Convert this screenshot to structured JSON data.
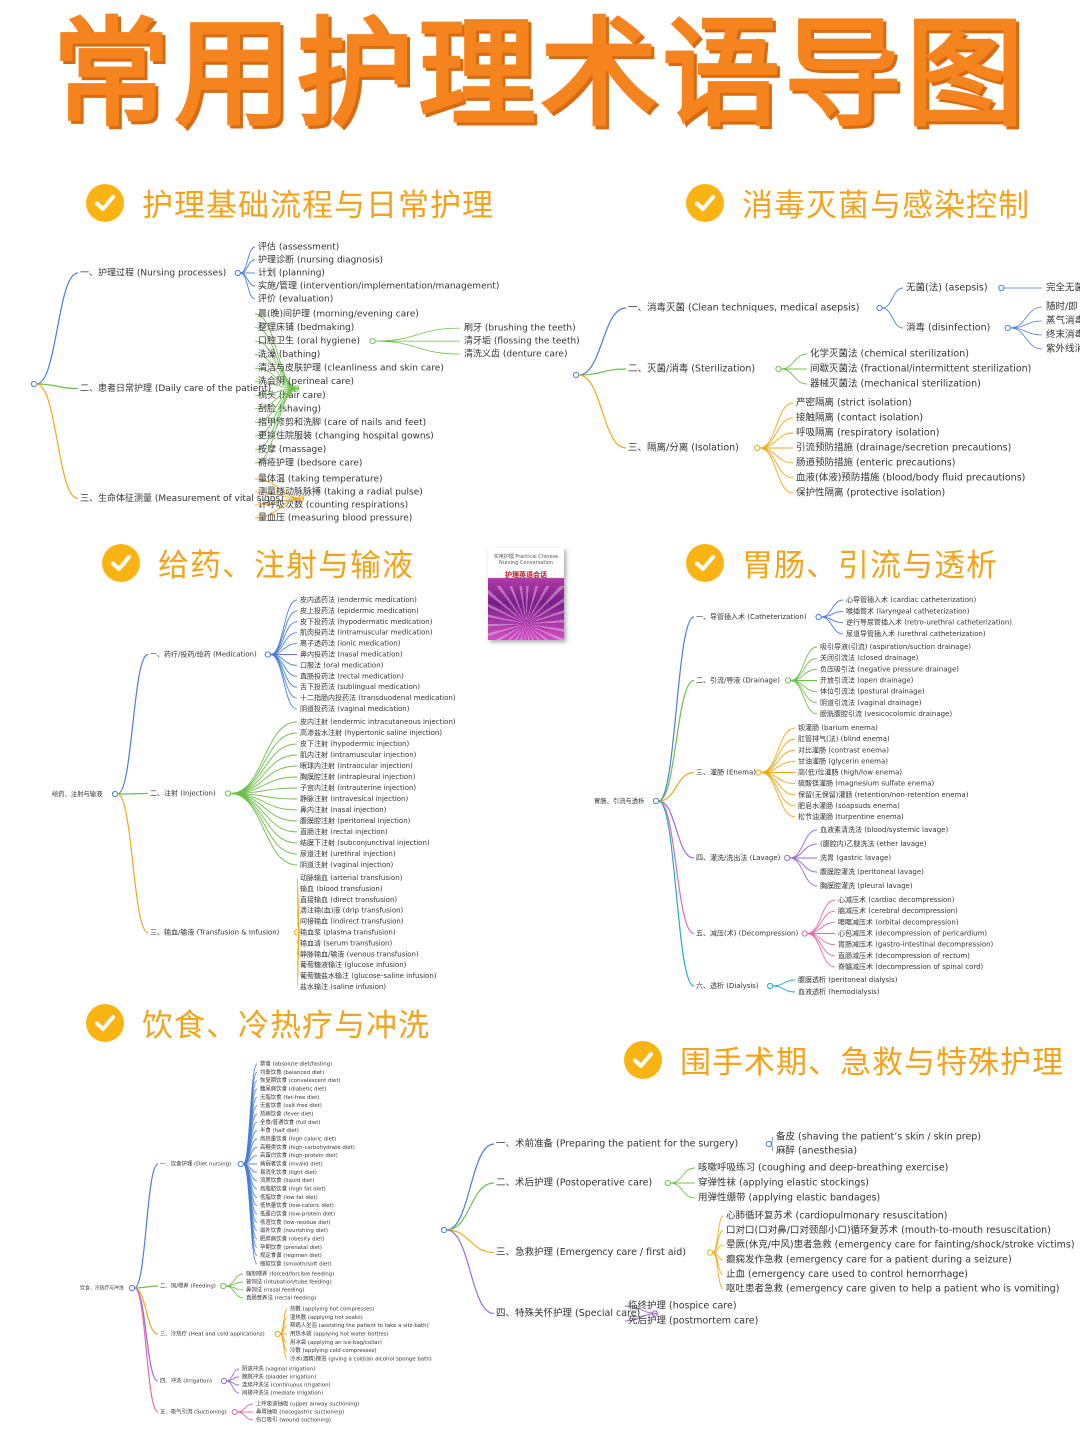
{
  "title": "常用护理术语导图",
  "sections": [
    {
      "heading": "护理基础流程与日常护理",
      "root": "",
      "branches": [
        {
          "label": "一、护理过程 (Nursing processes)",
          "leaves": [
            {
              "t": "评估 (assessment)"
            },
            {
              "t": "护理诊断 (nursing diagnosis)"
            },
            {
              "t": "计划 (planning)"
            },
            {
              "t": "实施/管理 (intervention/implementation/management)"
            },
            {
              "t": "评价 (evaluation)"
            }
          ]
        },
        {
          "label": "二、患者日常护理 (Daily care of the patient)",
          "leaves": [
            {
              "t": "晨(晚)间护理 (morning/evening care)"
            },
            {
              "t": "整理床铺 (bedmaking)"
            },
            {
              "t": "口腔卫生 (oral hygiene)",
              "sub": [
                "刷牙 (brushing the teeth)",
                "清牙垢 (flossing the teeth)",
                "清洗义齿 (denture care)"
              ]
            },
            {
              "t": "洗澡 (bathing)"
            },
            {
              "t": "清洁与皮肤护理 (cleanliness and skin care)"
            },
            {
              "t": "洗会阴 (perineal care)"
            },
            {
              "t": "梳头 (hair care)"
            },
            {
              "t": "刮脸 (shaving)"
            },
            {
              "t": "指甲修剪和洗脚 (care of nails and feet)"
            },
            {
              "t": "更换住院服装 (changing hospital gowns)"
            },
            {
              "t": "按摩 (massage)"
            },
            {
              "t": "褥疮护理 (bedsore care)"
            }
          ]
        },
        {
          "label": "三、生命体征测量 (Measurement of vital signs)",
          "leaves": [
            {
              "t": "量体温 (taking temperature)"
            },
            {
              "t": "测量桡动脉脉搏 (taking a radial pulse)"
            },
            {
              "t": "计呼吸次数 (counting respirations)"
            },
            {
              "t": "量血压 (measuring blood pressure)"
            }
          ]
        }
      ]
    },
    {
      "heading": "消毒灭菌与感染控制",
      "root": "",
      "branches": [
        {
          "label": "一、消毒灭菌 (Clean techniques, medical asepsis)",
          "leaves": [
            {
              "t": "无菌(法) (asepsis)",
              "sub": [
                "完全无菌"
              ]
            },
            {
              "t": "消毒 (disinfection)",
              "sub": [
                "随时/即",
                "蒸气消毒",
                "终末消毒",
                "紫外线消"
              ]
            }
          ]
        },
        {
          "label": "二、灭菌/消毒 (Sterilization)",
          "leaves": [
            {
              "t": "化学灭菌法 (chemical sterilization)"
            },
            {
              "t": "间歇灭菌法 (fractional/intermittent sterilization)"
            },
            {
              "t": "器械灭菌法 (mechanical sterilization)"
            }
          ]
        },
        {
          "label": "三、隔离/分离 (Isolation)",
          "leaves": [
            {
              "t": "严密隔离 (strict isolation)"
            },
            {
              "t": "接触隔离 (contact isolation)"
            },
            {
              "t": "呼吸隔离 (respiratory isolation)"
            },
            {
              "t": "引流预防措施 (drainage/secretion precautions)"
            },
            {
              "t": "肠道预防措施 (enteric precautions)"
            },
            {
              "t": "血液(体液)预防措施 (blood/body fluid precautions)"
            },
            {
              "t": "保护性隔离 (protective isolation)"
            }
          ]
        }
      ]
    },
    {
      "heading": "给药、注射与输液",
      "root": "给药、注射与输液",
      "branches": [
        {
          "label": "一、药疗/投药/给药 (Medication)",
          "leaves": [
            {
              "t": "皮内透药法 (endermic medication)"
            },
            {
              "t": "皮上投药法 (epidermic medication)"
            },
            {
              "t": "皮下投药法 (hypodermatic medication)"
            },
            {
              "t": "肌肉投药法 (intramuscular medication)"
            },
            {
              "t": "离子透药法 (ionic medication)"
            },
            {
              "t": "鼻内投药法 (nasal medication)"
            },
            {
              "t": "口服法 (oral medication)"
            },
            {
              "t": "直肠投药法 (rectal medication)"
            },
            {
              "t": "舌下投药法 (sublingual medication)"
            },
            {
              "t": "十二指肠内投药法 (transduodenal medication)"
            },
            {
              "t": "阴道投药法 (vaginal medication)"
            }
          ]
        },
        {
          "label": "二、注射 (Injection)",
          "leaves": [
            {
              "t": "皮内注射 (endermic intracutaneous injection)"
            },
            {
              "t": "高渗盐水注射 (hypertonic saline injection)"
            },
            {
              "t": "皮下注射 (hypodermic injection)"
            },
            {
              "t": "肌内注射 (intramuscular injection)"
            },
            {
              "t": "眼球内注射 (intraocular injection)"
            },
            {
              "t": "胸膜腔注射 (intrapleural injection)"
            },
            {
              "t": "子宫内注射 (intrauterine injection)"
            },
            {
              "t": "静脉注射 (intravesical injection)"
            },
            {
              "t": "鼻内注射 (nasal injection)"
            },
            {
              "t": "腹膜腔注射 (peritoneal injection)"
            },
            {
              "t": "直肠注射 (rectal injection)"
            },
            {
              "t": "结膜下注射 (subconjunctival injection)"
            },
            {
              "t": "尿道注射 (urethral injection)"
            },
            {
              "t": "阴道注射 (vaginal injection)"
            }
          ]
        },
        {
          "label": "三、输血/输液 (Transfusion & Infusion)",
          "leaves": [
            {
              "t": "动脉输血 (arterial transfusion)"
            },
            {
              "t": "输血 (blood transfusion)"
            },
            {
              "t": "直接输血 (direct transfusion)"
            },
            {
              "t": "滴注输(血)液 (drip transfusion)"
            },
            {
              "t": "间接输血 (indirect transfusion)"
            },
            {
              "t": "输血浆 (plasma transfusion)"
            },
            {
              "t": "输血清 (serum transfusion)"
            },
            {
              "t": "静脉输血/输液 (venous transfusion)"
            },
            {
              "t": "葡萄糖液输注 (glucose infusion)"
            },
            {
              "t": "葡萄糖盐水输注 (glucose-saline infusion)"
            },
            {
              "t": "盐水输注 (saline infusion)"
            }
          ]
        }
      ]
    },
    {
      "heading": "胃肠、引流与透析",
      "root": "胃肠、引流与透析",
      "branches": [
        {
          "label": "一、导管插入术 (Catheterization)",
          "leaves": [
            {
              "t": "心导管插入术 (cardiac catheterization)"
            },
            {
              "t": "喉插管术 (laryngeal catheterization)"
            },
            {
              "t": "逆行导尿管插入术 (retro-urethral catheterization)"
            },
            {
              "t": "尿道导管插入术 (urethral catheterization)"
            }
          ]
        },
        {
          "label": "二、引流/导液 (Drainage)",
          "leaves": [
            {
              "t": "吸引导液(引流) (aspiration/suction drainage)"
            },
            {
              "t": "关闭引流法 (closed drainage)"
            },
            {
              "t": "负压吸引法 (negative pressure drainage)"
            },
            {
              "t": "开放引流法 (open drainage)"
            },
            {
              "t": "体位引流法 (postural drainage)"
            },
            {
              "t": "阴道引流法 (vaginal drainage)"
            },
            {
              "t": "膀胱腹腔引流 (vesicocolomic drainage)"
            }
          ]
        },
        {
          "label": "三、灌肠 (Enema)",
          "leaves": [
            {
              "t": "钡灌肠 (barium enema)"
            },
            {
              "t": "肛管排气(法) (blind enema)"
            },
            {
              "t": "对比灌肠 (contrast enema)"
            },
            {
              "t": "甘油灌肠 (glycerin enema)"
            },
            {
              "t": "高(低)位灌肠 (high/low enema)"
            },
            {
              "t": "硫酸镁灌肠 (magnesium sulfate enema)"
            },
            {
              "t": "保留(无保留)灌肠 (retention/non-retention enema)"
            },
            {
              "t": "肥皂水灌肠 (soapsuds enema)"
            },
            {
              "t": "松节油灌肠 (turpentine enema)"
            }
          ]
        },
        {
          "label": "四、灌洗/洗出法 (Lavage)",
          "leaves": [
            {
              "t": "血液素清洗法 (blood/systemic lavage)"
            },
            {
              "t": "(腹腔内)乙醚洗法 (ether lavage)"
            },
            {
              "t": "洗胃 (gastric lavage)"
            },
            {
              "t": "腹膜腔灌洗 (peritoneal lavage)"
            },
            {
              "t": "胸膜腔灌洗 (pleural lavage)"
            }
          ]
        },
        {
          "label": "五、减压(术) (Decompression)",
          "leaves": [
            {
              "t": "心减压术 (cardiac decompression)"
            },
            {
              "t": "脑减压术 (cerebral decompression)"
            },
            {
              "t": "眼眶减压术 (orbital decompression)"
            },
            {
              "t": "心包减压术 (decompression of pericardium)"
            },
            {
              "t": "胃肠减压术 (gastro-intestinal decompression)"
            },
            {
              "t": "直肠减压术 (decompression of rectum)"
            },
            {
              "t": "脊髓减压术 (decompression of spinal cord)"
            }
          ]
        },
        {
          "label": "六、透析 (Dialysis)",
          "leaves": [
            {
              "t": "腹膜透析 (peritoneal dialysis)"
            },
            {
              "t": "血液透析 (hemodialysis)"
            }
          ]
        }
      ]
    },
    {
      "heading": "饮食、冷热疗与冲洗",
      "root": "饮食、冷热疗与冲洗",
      "branches": [
        {
          "label": "一、饮食护理 (Diet nursing)",
          "leaves": [
            {
              "t": "禁食 (absolute diet/fasting)"
            },
            {
              "t": "均衡饮食 (balanced diet)"
            },
            {
              "t": "恢复期饮食 (convalescent diet)"
            },
            {
              "t": "糖尿病饮食 (diabetic diet)"
            },
            {
              "t": "无脂饮食 (fat-free diet)"
            },
            {
              "t": "无盐饮食 (salt-free diet)"
            },
            {
              "t": "热病饮食 (fever diet)"
            },
            {
              "t": "全食/普通饮食 (full diet)"
            },
            {
              "t": "半食 (half diet)"
            },
            {
              "t": "高热量饮食 (high caloric diet)"
            },
            {
              "t": "高糖类饮食 (high-carbohydrate diet)"
            },
            {
              "t": "高蛋白饮食 (high-protein diet)"
            },
            {
              "t": "病弱者饮食 (invalid diet)"
            },
            {
              "t": "易消化饮食 (light diet)"
            },
            {
              "t": "流质饮食 (liquid diet)"
            },
            {
              "t": "高脂肪饮食 (high fat diet)"
            },
            {
              "t": "低脂饮食 (low fat diet)"
            },
            {
              "t": "低热量饮食 (low-caloric diet)"
            },
            {
              "t": "低蛋白饮食 (low-protein diet)"
            },
            {
              "t": "低渣饮食 (low-residue diet)"
            },
            {
              "t": "滋补饮食 (nourishing diet)"
            },
            {
              "t": "肥胖病饮食 (obesity diet)"
            },
            {
              "t": "孕期饮食 (prenatal diet)"
            },
            {
              "t": "规定食谱 (regimen diet)"
            },
            {
              "t": "细软饮食 (smooth/soft diet)"
            }
          ]
        },
        {
          "label": "二、饲/喂养 (Feeding)",
          "leaves": [
            {
              "t": "强制喂养 (forced/forcible feeding)"
            },
            {
              "t": "管饲法 (intubation/tube feeding)"
            },
            {
              "t": "鼻饲法 (nasal feeding)"
            },
            {
              "t": "直肠营养法 (rectal feeding)"
            }
          ]
        },
        {
          "label": "三、冷热疗 (Heat and cold applications)",
          "leaves": [
            {
              "t": "热敷 (applying hot compresses)"
            },
            {
              "t": "湿热敷 (applying hot soaks)"
            },
            {
              "t": "帮病人坐浴 (assisting the patient to take a sitz-bath)"
            },
            {
              "t": "用热水袋 (applying hot water bottles)"
            },
            {
              "t": "用冰袋 (applying an ice-bag/collar)"
            },
            {
              "t": "冷敷 (applying cold compresses)"
            },
            {
              "t": "冷水(酒精)擦浴 (giving a cold/an alcohol sponge bath)"
            }
          ]
        },
        {
          "label": "四、冲洗 (Irrigation)",
          "leaves": [
            {
              "t": "阴道冲洗 (vaginal irrigation)"
            },
            {
              "t": "膀胱冲洗 (bladder irrigation)"
            },
            {
              "t": "连续冲洗法 (continuous irrigation)"
            },
            {
              "t": "间接冲洗法 (mediate irrigation)"
            }
          ]
        },
        {
          "label": "五、吸气引流 (Suctioning)",
          "leaves": [
            {
              "t": "上呼吸道抽吸 (upper airway suctioning)"
            },
            {
              "t": "鼻胃抽吸 (nasogastric suctioning)"
            },
            {
              "t": "伤口吸引 (wound suctioning)"
            }
          ]
        }
      ]
    },
    {
      "heading": "围手术期、急救与特殊护理",
      "root": "",
      "branches": [
        {
          "label": "一、术前准备 (Preparing the patient for the surgery)",
          "leaves": [
            {
              "t": "备皮 (shaving the patient’s skin / skin prep)"
            },
            {
              "t": "麻醉 (anesthesia)"
            }
          ]
        },
        {
          "label": "二、术后护理 (Postoperative care)",
          "leaves": [
            {
              "t": "咳嗽呼吸练习 (coughing and deep-breathing exercise)"
            },
            {
              "t": "穿弹性袜 (applying elastic stockings)"
            },
            {
              "t": "用弹性绷带 (applying elastic bandages)"
            }
          ]
        },
        {
          "label": "三、急救护理 (Emergency care / first aid)",
          "leaves": [
            {
              "t": "心肺循环复苏术 (cardiopulmonary resuscitation)"
            },
            {
              "t": "口对口(口对鼻/口对颈部小口)循环复苏术 (mouth-to-mouth resuscitation)"
            },
            {
              "t": "晕厥(休克/中风)患者急救 (emergency care for fainting/shock/stroke victims)"
            },
            {
              "t": "癫痫发作急救 (emergency care for a patient during a seizure)"
            },
            {
              "t": "止血 (emergency care used to control hemorrhage)"
            },
            {
              "t": "呕吐患者急救 (emergency care given to help a patient who is vomiting)"
            }
          ]
        },
        {
          "label": "四、特殊关怀护理 (Special care)",
          "leaves": [
            {
              "t": "临终护理 (hospice care)"
            },
            {
              "t": "死后护理 (postmortem care)"
            }
          ]
        }
      ]
    }
  ],
  "book_cover": {
    "line1": "实用护理 Practical Chinese Nursing Conversation",
    "line2": "护理英语会话"
  },
  "colors": {
    "title": "#f5841f",
    "heading": "#f2a21b",
    "check": "#f9b414",
    "branch": [
      "#4a7fd4",
      "#6cc04a",
      "#f0a818",
      "#9b6bd6",
      "#e06aa8",
      "#22aacc",
      "#f07a3a"
    ]
  }
}
